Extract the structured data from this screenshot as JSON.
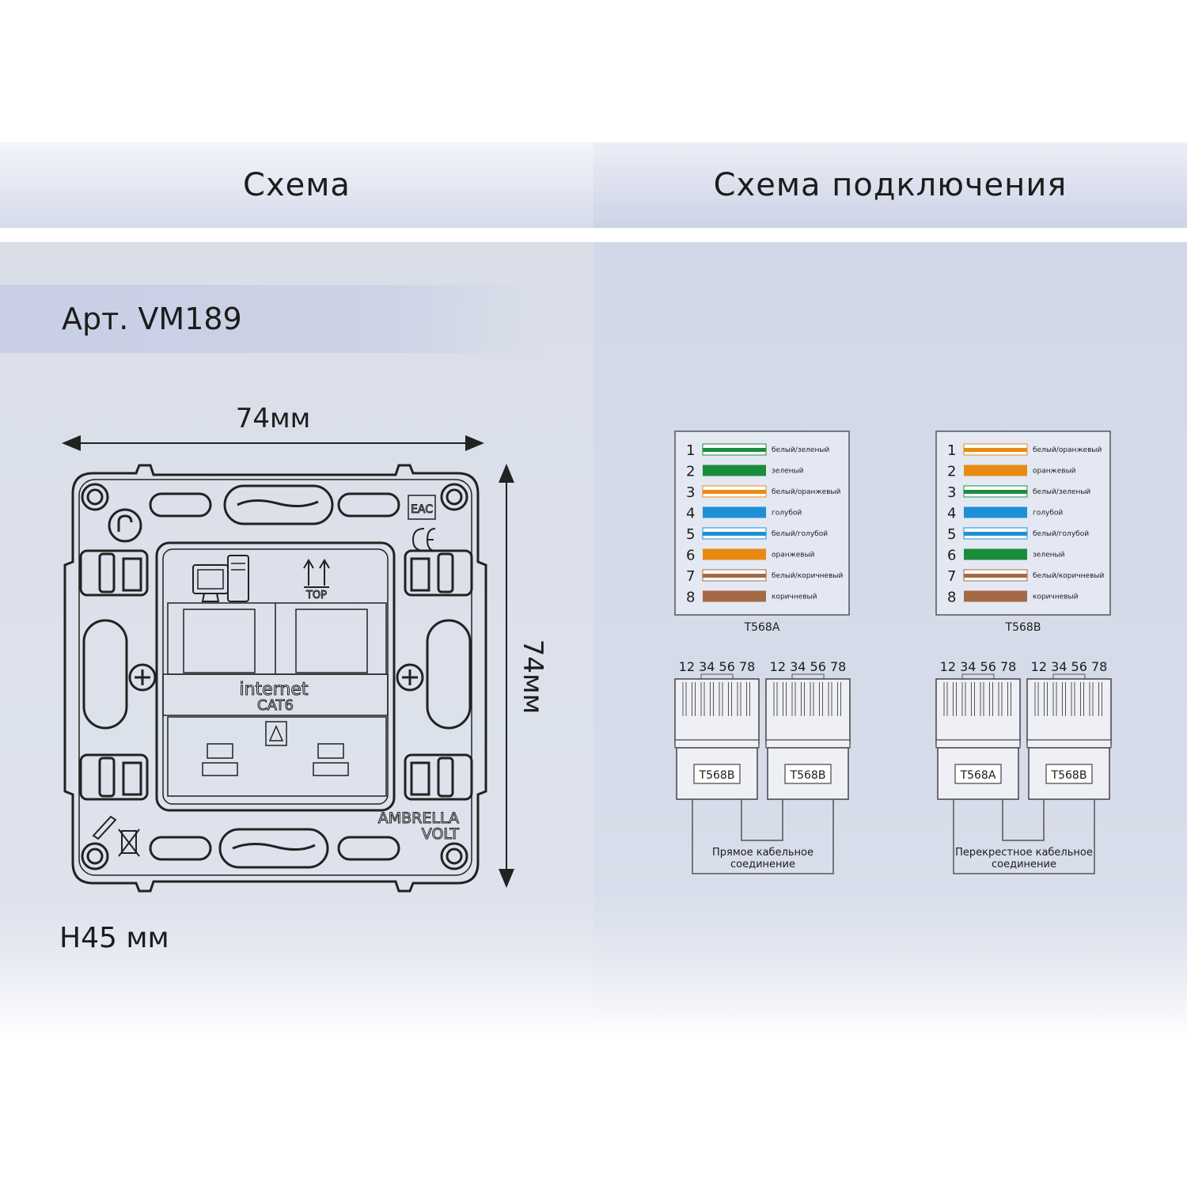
{
  "headers": {
    "left": "Схема",
    "right": "Схема подключения"
  },
  "article": "Арт. VM189",
  "dimensions": {
    "width": "74мм",
    "height": "74мм",
    "depth": "H45 мм"
  },
  "device": {
    "text_internet": "internet",
    "text_cat": "CAT6",
    "text_top": "TOP",
    "brand_line1": "AMBRELLA",
    "brand_line2": "VOLT",
    "mark_eac": "EAC",
    "mark_ce": "CE"
  },
  "colors": {
    "green": "#1a8c3c",
    "orange": "#e88a12",
    "blue": "#1e8fd8",
    "brown": "#a46a45",
    "white": "#ffffff"
  },
  "wiring": [
    {
      "standard": "T568A",
      "pins": [
        {
          "num": "1",
          "label": "белый/зеленый",
          "color": "green",
          "striped": true
        },
        {
          "num": "2",
          "label": "зеленый",
          "color": "green",
          "striped": false
        },
        {
          "num": "3",
          "label": "белый/оранжевый",
          "color": "orange",
          "striped": true
        },
        {
          "num": "4",
          "label": "голубой",
          "color": "blue",
          "striped": false
        },
        {
          "num": "5",
          "label": "белый/голубой",
          "color": "blue",
          "striped": true
        },
        {
          "num": "6",
          "label": "оранжевый",
          "color": "orange",
          "striped": false
        },
        {
          "num": "7",
          "label": "белый/коричневый",
          "color": "brown",
          "striped": true
        },
        {
          "num": "8",
          "label": "коричневый",
          "color": "brown",
          "striped": false
        }
      ]
    },
    {
      "standard": "T568B",
      "pins": [
        {
          "num": "1",
          "label": "белый/оранжевый",
          "color": "orange",
          "striped": true
        },
        {
          "num": "2",
          "label": "оранжевый",
          "color": "orange",
          "striped": false
        },
        {
          "num": "3",
          "label": "белый/зеленый",
          "color": "green",
          "striped": true
        },
        {
          "num": "4",
          "label": "голубой",
          "color": "blue",
          "striped": false
        },
        {
          "num": "5",
          "label": "белый/голубой",
          "color": "blue",
          "striped": true
        },
        {
          "num": "6",
          "label": "зеленый",
          "color": "green",
          "striped": false
        },
        {
          "num": "7",
          "label": "белый/коричневый",
          "color": "brown",
          "striped": true
        },
        {
          "num": "8",
          "label": "коричневый",
          "color": "brown",
          "striped": false
        }
      ]
    }
  ],
  "connections": [
    {
      "caption_line1": "Прямое кабельное",
      "caption_line2": "соединение",
      "plugs": [
        {
          "pin_label": "12 34 56 78",
          "standard": "T568B"
        },
        {
          "pin_label": "12 34 56 78",
          "standard": "T568B"
        }
      ]
    },
    {
      "caption_line1": "Перекрестное кабельное",
      "caption_line2": "соединение",
      "plugs": [
        {
          "pin_label": "12 34 56 78",
          "standard": "T568A"
        },
        {
          "pin_label": "12 34 56 78",
          "standard": "T568B"
        }
      ]
    }
  ]
}
